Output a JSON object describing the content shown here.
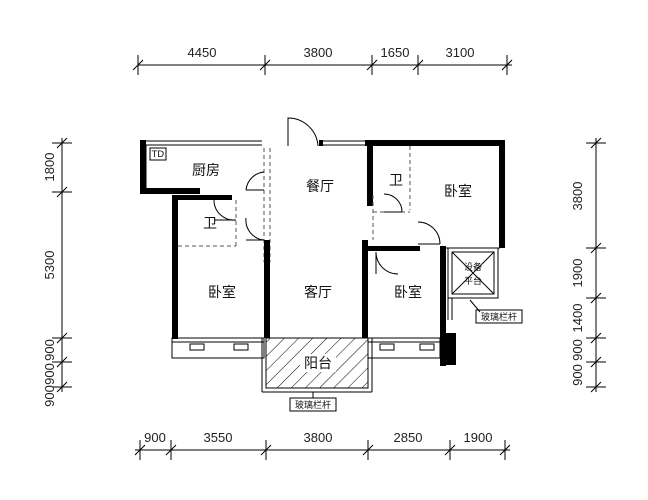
{
  "dimensions": {
    "top": [
      "4450",
      "3800",
      "1650",
      "3100"
    ],
    "bottom": [
      "900",
      "3550",
      "3800",
      "2850",
      "1900"
    ],
    "left": [
      "1800",
      "5300",
      "900",
      "900",
      "900"
    ],
    "right": [
      "3800",
      "1900",
      "1400",
      "900",
      "900"
    ]
  },
  "rooms": {
    "kitchen": "厨房",
    "dining": "餐厅",
    "bath_left": "卫",
    "bath_right": "卫",
    "bedroom_ne": "卧室",
    "bedroom_sw": "卧室",
    "living": "客厅",
    "bedroom_se": "卧室",
    "balcony": "阳台",
    "equipment_line1": "设备",
    "equipment_line2": "平台"
  },
  "labels": {
    "rail_right": "玻璃栏杆",
    "rail_bottom": "玻璃栏杆",
    "td_box": "TD"
  }
}
